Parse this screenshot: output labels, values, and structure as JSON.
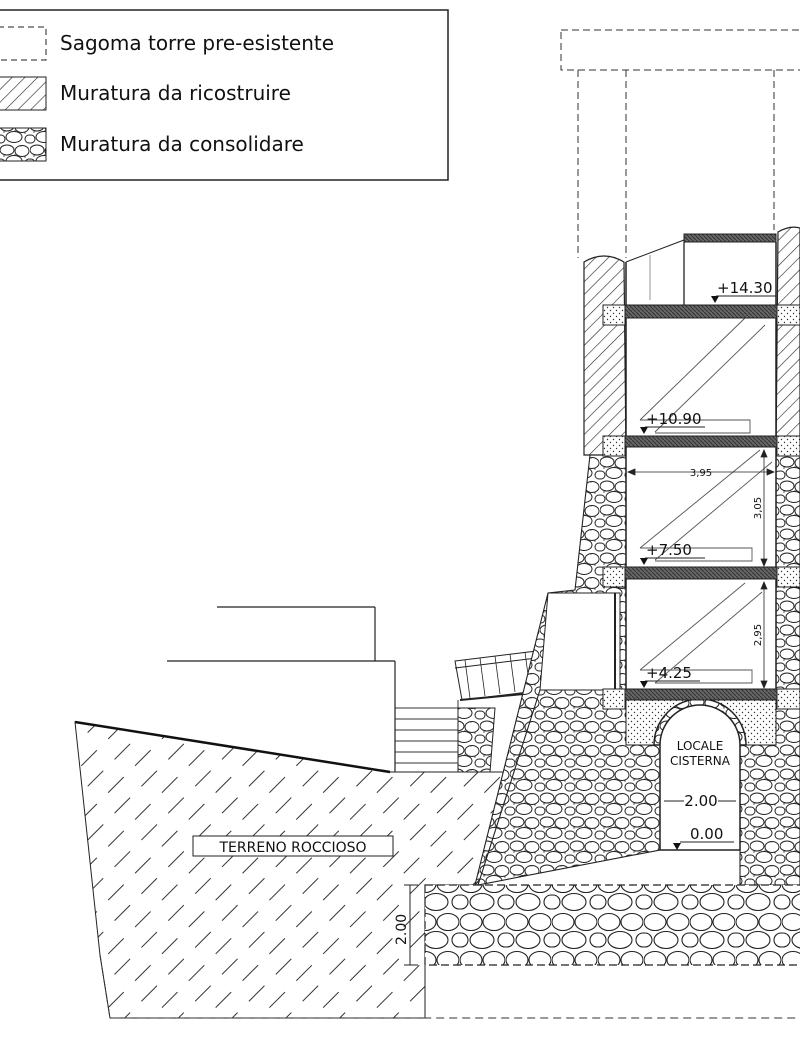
{
  "legend": {
    "items": [
      {
        "key": "existing",
        "label": "Sagoma torre pre-esistente"
      },
      {
        "key": "rebuild",
        "label": "Muratura da ricostruire"
      },
      {
        "key": "consolidate",
        "label": "Muratura da consolidare"
      }
    ]
  },
  "elevations": {
    "e1430": "+14.30",
    "e1090": "+10.90",
    "e750": "+7.50",
    "e425": "+4.25",
    "e000": "0.00"
  },
  "dimensions": {
    "width_395": "3,95",
    "height_305": "3,05",
    "height_295": "2,95",
    "cistern_width": "2.00",
    "foundation_depth": "2.00"
  },
  "labels": {
    "cistern_line1": "LOCALE",
    "cistern_line2": "CISTERNA",
    "terrain": "TERRENO ROCCIOSO"
  },
  "colors": {
    "ink": "#111111",
    "paper": "#ffffff",
    "slab": "#555555"
  }
}
